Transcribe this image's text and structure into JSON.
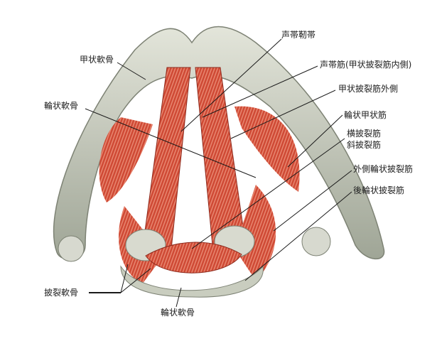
{
  "labels": {
    "vocal_ligament": "声帯靭帯",
    "thyroid_cartilage": "甲状軟骨",
    "vocalis": "声帯筋(甲状披裂筋内側)",
    "thyroarytenoid_lateral": "甲状披裂筋外側",
    "cricoid_left": "輪状軟骨",
    "cricothyroid": "輪状甲状筋",
    "transverse_arytenoid": "横披裂筋",
    "oblique_arytenoid": "斜披裂筋",
    "lateral_cricoarytenoid": "外側輪状披裂筋",
    "posterior_cricoarytenoid": "後輪状披裂筋",
    "arytenoid_cartilage": "披裂軟骨",
    "cricoid_bottom": "輪状軟骨"
  },
  "colors": {
    "cartilage": "#c9cdbf",
    "muscle": "#c8432f",
    "line": "#1a1a1a"
  }
}
